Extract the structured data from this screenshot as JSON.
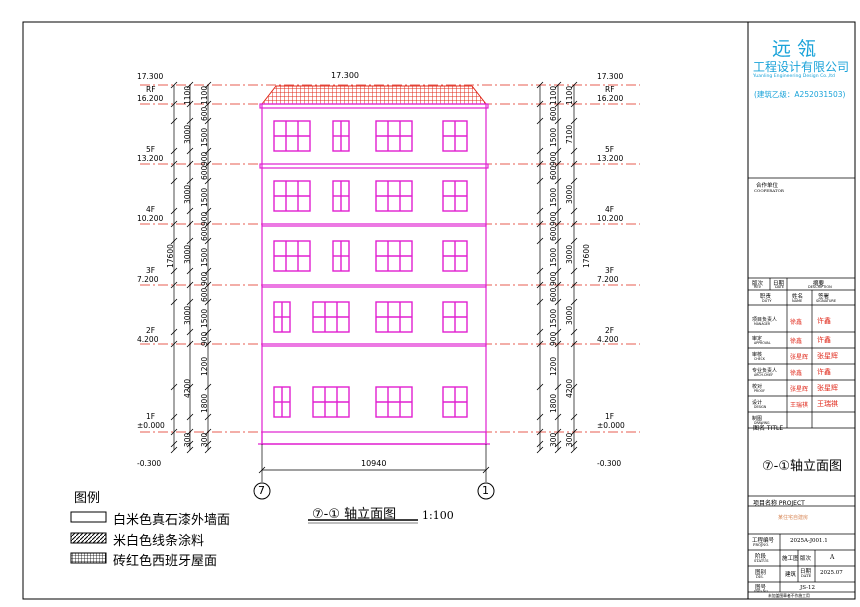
{
  "drawing": {
    "title": "⑦-① 轴立面图",
    "scale": "1:100",
    "total_width": "10940",
    "axis_left": "7",
    "axis_right": "1",
    "total_height": "17600",
    "levels": [
      {
        "name": "17.300",
        "elev": ""
      },
      {
        "name": "RF",
        "elev": "16.200"
      },
      {
        "name": "5F",
        "elev": "13.200"
      },
      {
        "name": "4F",
        "elev": "10.200"
      },
      {
        "name": "3F",
        "elev": "7.200"
      },
      {
        "name": "2F",
        "elev": "4.200"
      },
      {
        "name": "1F",
        "elev": "±0.000"
      },
      {
        "name": "",
        "elev": "-0.300"
      }
    ],
    "roof_top": "17.300",
    "inner_dims": [
      "1100",
      "600",
      "1500",
      "900",
      "600",
      "1500",
      "900",
      "600",
      "1500",
      "900",
      "600",
      "1500",
      "900",
      "1200",
      "1800",
      "300"
    ],
    "outer_dims": [
      "1100",
      "3000",
      "3000",
      "3000",
      "3000",
      "4200",
      "300"
    ],
    "outer_dims_2": [
      "1100",
      "7100",
      "3000",
      "3000",
      "3000",
      "4200",
      "300"
    ],
    "colors": {
      "wall": "#e020d0",
      "roof": "#e0281a",
      "lines": "#000000",
      "level_line": "#e0281a"
    }
  },
  "legend": {
    "title": "图例",
    "items": [
      {
        "label": "白米色真石漆外墙面",
        "pattern": "blank"
      },
      {
        "label": "米白色线条涂料",
        "pattern": "hatch"
      },
      {
        "label": "砖红色西班牙屋面",
        "pattern": "grid"
      }
    ]
  },
  "title_block": {
    "company_name": "远 瓴",
    "company_full": "工程设计有限公司",
    "company_en": "Yuanling Engineering Design Co.,ltd",
    "license": "(建筑乙级：A252031503)",
    "cooperator_cn": "合作单位",
    "cooperator_en": "COOPERATOR",
    "rev_header": [
      {
        "cn": "版次",
        "en": "REV"
      },
      {
        "cn": "日期",
        "en": "DATE"
      },
      {
        "cn": "摘要",
        "en": "DESCRIPTION"
      }
    ],
    "role_header": [
      {
        "cn": "职责",
        "en": "DUTY"
      },
      {
        "cn": "姓名",
        "en": "NAME"
      },
      {
        "cn": "签署",
        "en": "SIGNATURE"
      }
    ],
    "roles": [
      {
        "cn": "项目负责人",
        "en": "MANAGER",
        "name": "徐鑫",
        "sig": "许鑫"
      },
      {
        "cn": "审定",
        "en": "APPROVAL",
        "name": "徐鑫",
        "sig": "许鑫"
      },
      {
        "cn": "审核",
        "en": "CHECK",
        "name": "张星辉",
        "sig": "张星辉"
      },
      {
        "cn": "专业负责人",
        "en": "ARCH.CHIEF",
        "name": "徐鑫",
        "sig": "许鑫"
      },
      {
        "cn": "校对",
        "en": "PROOF",
        "name": "张星辉",
        "sig": "张星辉"
      },
      {
        "cn": "设计",
        "en": "DESIGN",
        "name": "王瑞祺",
        "sig": "王瑞祺"
      },
      {
        "cn": "制图",
        "en": "DRAWING",
        "name": "",
        "sig": ""
      }
    ],
    "drawing_title_label": "图名 TITLE",
    "drawing_title": "⑦-①轴立面图",
    "project_label": "项目名称 PROJECT",
    "project_name": "某住宅自建房",
    "project_no_label": "工程编号",
    "project_no_en": "PROJNO.",
    "project_no": "2025A-J001.1",
    "stage_label": "阶段",
    "stage_en": "STATUS",
    "stage": "施工图",
    "edition_label": "版次",
    "edition": "A",
    "discipline_label": "图别",
    "discipline_en": "DIS.",
    "discipline": "建筑",
    "date_label": "日期",
    "date_en": "DATE",
    "date": "2025.07",
    "dwg_no_label": "图号",
    "dwg_no_en": "DWG.NO.",
    "dwg_no": "JS-12",
    "footer": "未加盖图章者不作施工用"
  }
}
